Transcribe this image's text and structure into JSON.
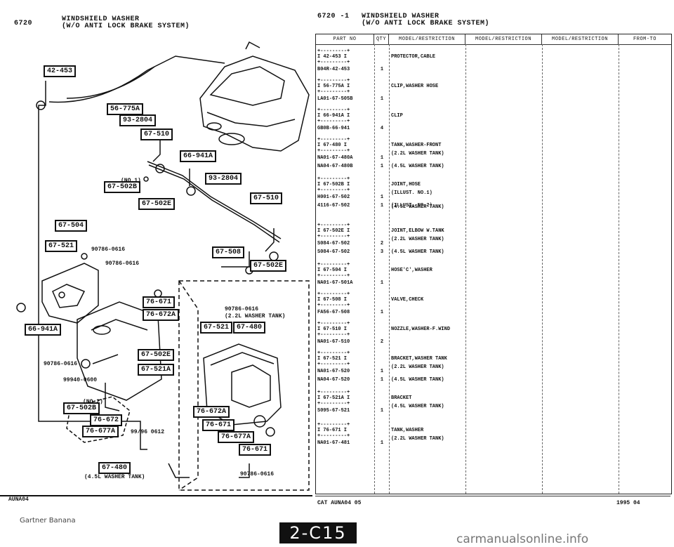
{
  "header_left": {
    "code": "6720",
    "title_line1": "WINDSHIELD WASHER",
    "title_line2": "(W/O ANTI LOCK BRAKE SYSTEM)"
  },
  "header_right": {
    "code": "6720 -1",
    "title_line1": "WINDSHIELD WASHER",
    "title_line2": "(W/O ANTI LOCK BRAKE SYSTEM)"
  },
  "table_headers": [
    "PART NO",
    "QTY",
    "MODEL/RESTRICTION",
    "MODEL/RESTRICTION",
    "MODEL/RESTRICTION",
    "FROM-TO"
  ],
  "parts": [
    {
      "ref": "I 42-453 I",
      "pn": "B04R-42-453",
      "qty": "1",
      "desc": "PROTECTOR,CABLE"
    },
    {
      "ref": "I 56-775A I",
      "pn": "LA01-67-505B",
      "qty": "1",
      "desc": "CLIP,WASHER HOSE"
    },
    {
      "ref": "I 66-941A I",
      "pn": "GB0B-66-941",
      "qty": "4",
      "desc": "CLIP"
    },
    {
      "ref": "I 67-480 I",
      "pn": "NA01-67-480A",
      "qty": "1",
      "desc": "TANK,WASHER-FRONT",
      "extra": [
        {
          "pn": "",
          "qty": "",
          "desc": "(2.2L WASHER TANK)"
        },
        {
          "pn": "NA04-67-480B",
          "qty": "1",
          "desc": "(4.5L WASHER TANK)"
        }
      ]
    },
    {
      "ref": "I 67-502B I",
      "pn": "H001-67-502",
      "qty": "1",
      "desc": "JOINT,HOSE",
      "extra": [
        {
          "pn": "",
          "qty": "",
          "desc": "(ILLUST. NO.1)"
        },
        {
          "pn": "4116-67-502",
          "qty": "1",
          "desc": "(ILLUST. NO.2)"
        },
        {
          "pn": "",
          "qty": "",
          "desc": "(4.5L WASHER TANK)"
        }
      ]
    },
    {
      "ref": "I 67-502E I",
      "pn": "S084-67-502",
      "qty": "2",
      "desc": "JOINT,ELBOW W.TANK",
      "extra": [
        {
          "pn": "",
          "qty": "",
          "desc": "(2.2L WASHER TANK)"
        },
        {
          "pn": "S084-67-502",
          "qty": "3",
          "desc": "(4.5L WASHER TANK)"
        }
      ]
    },
    {
      "ref": "I 67-504 I",
      "pn": "NA01-67-501A",
      "qty": "1",
      "desc": "HOSE'C',WASHER"
    },
    {
      "ref": "I 67-508 I",
      "pn": "FA56-67-508",
      "qty": "1",
      "desc": "VALVE,CHECK"
    },
    {
      "ref": "I 67-510 I",
      "pn": "NA01-67-510",
      "qty": "2",
      "desc": "NOZZLE,WASHER-F.WIND"
    },
    {
      "ref": "I 67-521 I",
      "pn": "NA01-67-520",
      "qty": "1",
      "desc": "BRACKET,WASHER TANK",
      "extra": [
        {
          "pn": "",
          "qty": "",
          "desc": "(2.2L WASHER TANK)"
        },
        {
          "pn": "NA04-67-520",
          "qty": "1",
          "desc": "(4.5L WASHER TANK)"
        }
      ]
    },
    {
      "ref": "I 67-521A I",
      "pn": "S095-67-521",
      "qty": "1",
      "desc": "BRACKET",
      "extra": [
        {
          "pn": "",
          "qty": "",
          "desc": "(4.5L WASHER TANK)"
        }
      ]
    },
    {
      "ref": "I 76-671 I",
      "pn": "NA01-67-481",
      "qty": "1",
      "desc": "TANK,WASHER",
      "extra": [
        {
          "pn": "",
          "qty": "",
          "desc": "(2.2L WASHER TANK)"
        }
      ]
    }
  ],
  "diagram_refs": [
    "42-453",
    "56-775A",
    "93-2804",
    "67-510",
    "66-941A",
    "93-2804",
    "67-502B",
    "67-502E",
    "67-510",
    "67-504",
    "67-521",
    "67-508",
    "67-502E",
    "76-671",
    "76-672A",
    "67-521",
    "67-480",
    "66-941A",
    "67-502E",
    "67-521A",
    "67-502B",
    "76-672",
    "76-677A",
    "76-672A",
    "76-671",
    "76-677A",
    "76-671",
    "67-480"
  ],
  "diagram_labels": {
    "no1": "(NO.1)",
    "no2": "(NO.2)",
    "p1": "90786-0616",
    "p2": "90786-0616",
    "p3": "90786-0616",
    "p3b": "(2.2L WASHER TANK)",
    "p4": "90786-0616",
    "p5": "99940-0600",
    "p6": "99/96 0612",
    "p7": "90786-0616",
    "tank45": "(4.5L WASHER TANK)"
  },
  "footer": {
    "left": "AUNA04",
    "center": "CAT AUNA04 05",
    "right": "1995 04"
  },
  "page_badge": "2-C15",
  "credit": "Gartner Banana",
  "watermark": "carmanualsonline.info"
}
